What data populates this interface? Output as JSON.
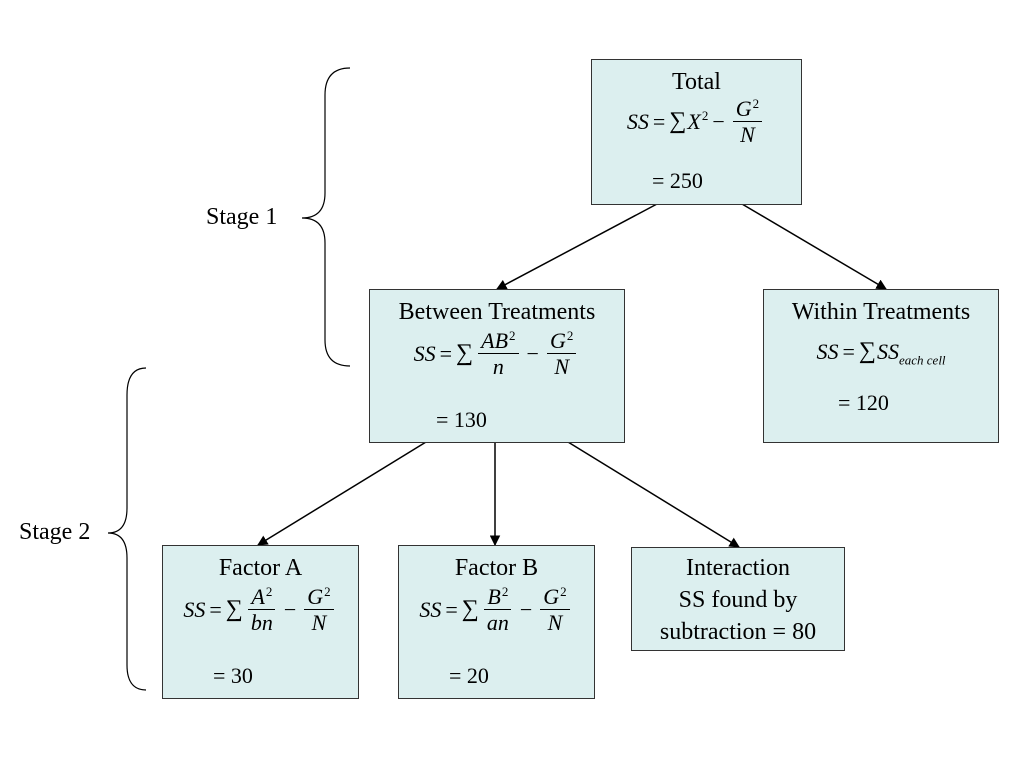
{
  "stages": [
    {
      "label": "Stage 1"
    },
    {
      "label": "Stage 2"
    }
  ],
  "nodes": {
    "total": {
      "title": "Total",
      "result": "= 250"
    },
    "between": {
      "title": "Between Treatments",
      "result": "= 130"
    },
    "within": {
      "title": "Within Treatments",
      "subscript": "each cell",
      "result": "= 120"
    },
    "factor_a": {
      "title": "Factor A",
      "result": "= 30"
    },
    "factor_b": {
      "title": "Factor B",
      "result": "= 20"
    },
    "interaction": {
      "lines": [
        "Interaction",
        "SS found by",
        "subtraction = 80"
      ]
    }
  },
  "colors": {
    "box_fill": "#dcefef",
    "border": "#333333",
    "line": "#000000"
  }
}
